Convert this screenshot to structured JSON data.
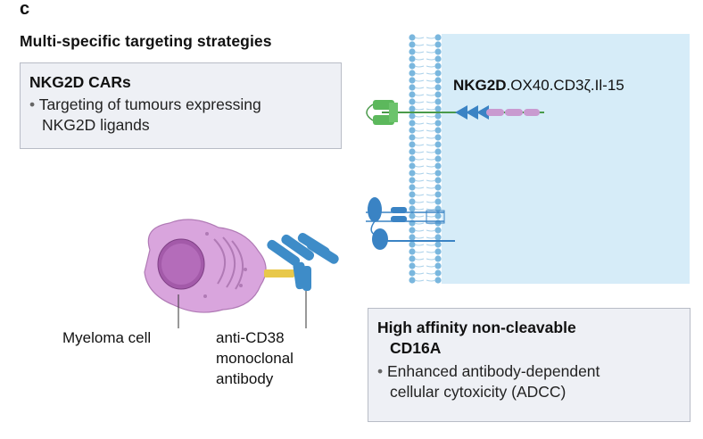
{
  "panel_letter": "c",
  "title": "Multi-specific targeting strategies",
  "nkg2d_box": {
    "title": "NKG2D CARs",
    "bullet_line1": "Targeting of tumours expressing",
    "bullet_line2": "NKG2D ligands"
  },
  "construct": {
    "bold_part": "NKG2D",
    "rest_part": ".OX40.CD3ζ.Il-15"
  },
  "myeloma_label": "Myeloma cell",
  "antibody_label": {
    "line1": "anti-CD38",
    "line2": "monoclonal",
    "line3": "antibody"
  },
  "cd16a_box": {
    "title_line1": "High affinity non-cleavable",
    "title_line2": "CD16A",
    "bullet_line1": "Enhanced antibody-dependent",
    "bullet_line2": "cellular cytoxicity (ADCC)"
  },
  "colors": {
    "cell_bg": "#d6ecf8",
    "membrane": "#7ab7de",
    "car_green": "#5cb85c",
    "car_blue": "#3a83c4",
    "il15_purple": "#c99ad0",
    "myeloma": "#d9a5dd",
    "antibody": "#3e8cc8",
    "box_bg": "#eef0f5"
  }
}
